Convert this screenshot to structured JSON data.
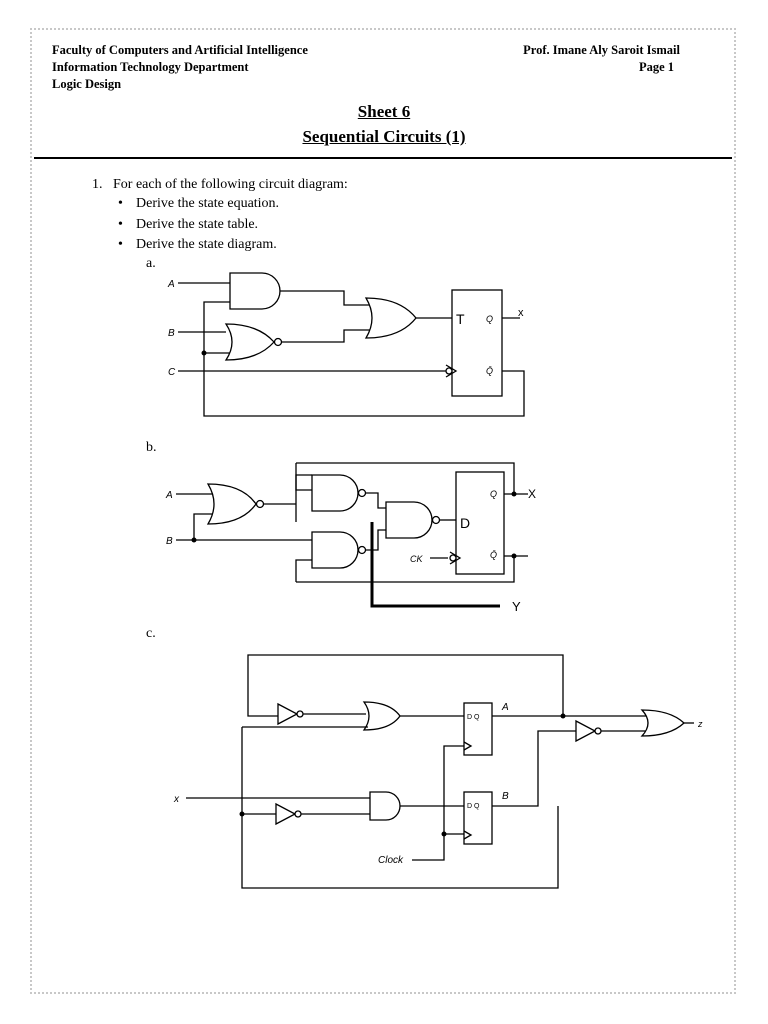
{
  "header": {
    "faculty": "Faculty of Computers and Artificial Intelligence",
    "department": "Information Technology Department",
    "course": "Logic Design",
    "professor": "Prof. Imane Aly Saroit Ismail",
    "page": "Page 1"
  },
  "title": {
    "sheet": "Sheet 6",
    "topic": "Sequential Circuits (1)"
  },
  "question1": {
    "number": "1.",
    "text": "For each of the following circuit diagram:",
    "tasks": [
      "Derive the state equation.",
      "Derive the state table.",
      "Derive the state diagram."
    ]
  },
  "circuit_a": {
    "label": "a.",
    "inputs": [
      "A",
      "B",
      "C"
    ],
    "ff_type": "T",
    "ff_q": "Q",
    "ff_qbar": "Q̄",
    "output": "x"
  },
  "circuit_b": {
    "label": "b.",
    "inputs": [
      "A",
      "B"
    ],
    "ff_type": "D",
    "ff_q": "Q",
    "ff_qbar": "Q̄",
    "clock": "CK",
    "outputs": [
      "X",
      "Y"
    ]
  },
  "circuit_c": {
    "label": "c.",
    "input": "x",
    "clock": "Clock",
    "ff_a": "A",
    "ff_b": "B",
    "ff_a_pins": "D Q",
    "ff_b_pins": "D Q",
    "output": "z"
  }
}
